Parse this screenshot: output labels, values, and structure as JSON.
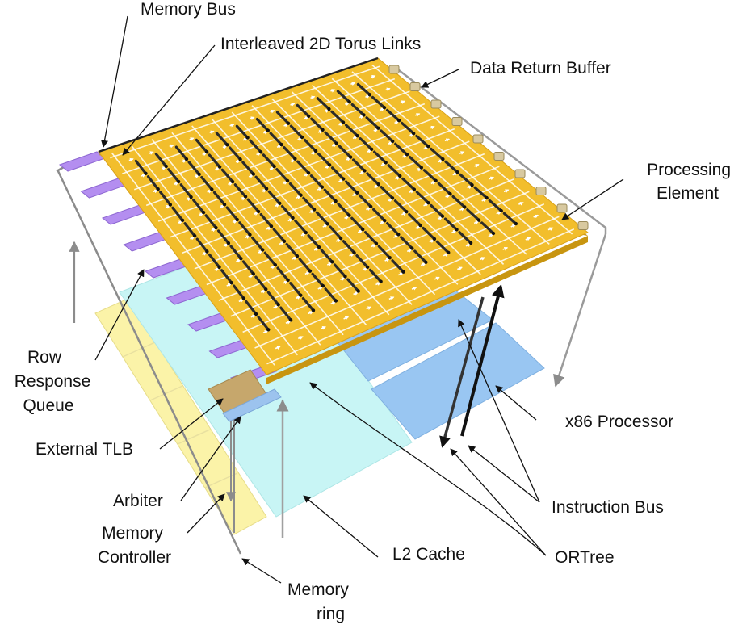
{
  "labels": {
    "memory_bus": "Memory Bus",
    "torus_links": "Interleaved 2D Torus Links",
    "data_return_buffer": "Data Return Buffer",
    "processing_element_1": "Processing",
    "processing_element_2": "Element",
    "row_response_queue_1": "Row",
    "row_response_queue_2": "Response",
    "row_response_queue_3": "Queue",
    "external_tlb": "External TLB",
    "arbiter": "Arbiter",
    "memory_controller_1": "Memory",
    "memory_controller_2": "Controller",
    "memory_ring_1": "Memory",
    "memory_ring_2": "ring",
    "x86_processor": "x86 Processor",
    "instruction_bus": "Instruction Bus",
    "l2_cache": "L2 Cache",
    "ortree": "ORTree"
  },
  "colors": {
    "pe_array": "#f2be2c",
    "pe_array_edge": "#c89510",
    "l2_cache": "#c8f5f5",
    "x86_processor": "#99c6f2",
    "memory_controller": "#fbf3a8",
    "row_response_queue": "#b48ef0",
    "external_tlb": "#c6a76c",
    "arbiter": "#9cc3ee",
    "data_return_buffer": "#d8c9a0",
    "wire": "#8c8c8c"
  }
}
